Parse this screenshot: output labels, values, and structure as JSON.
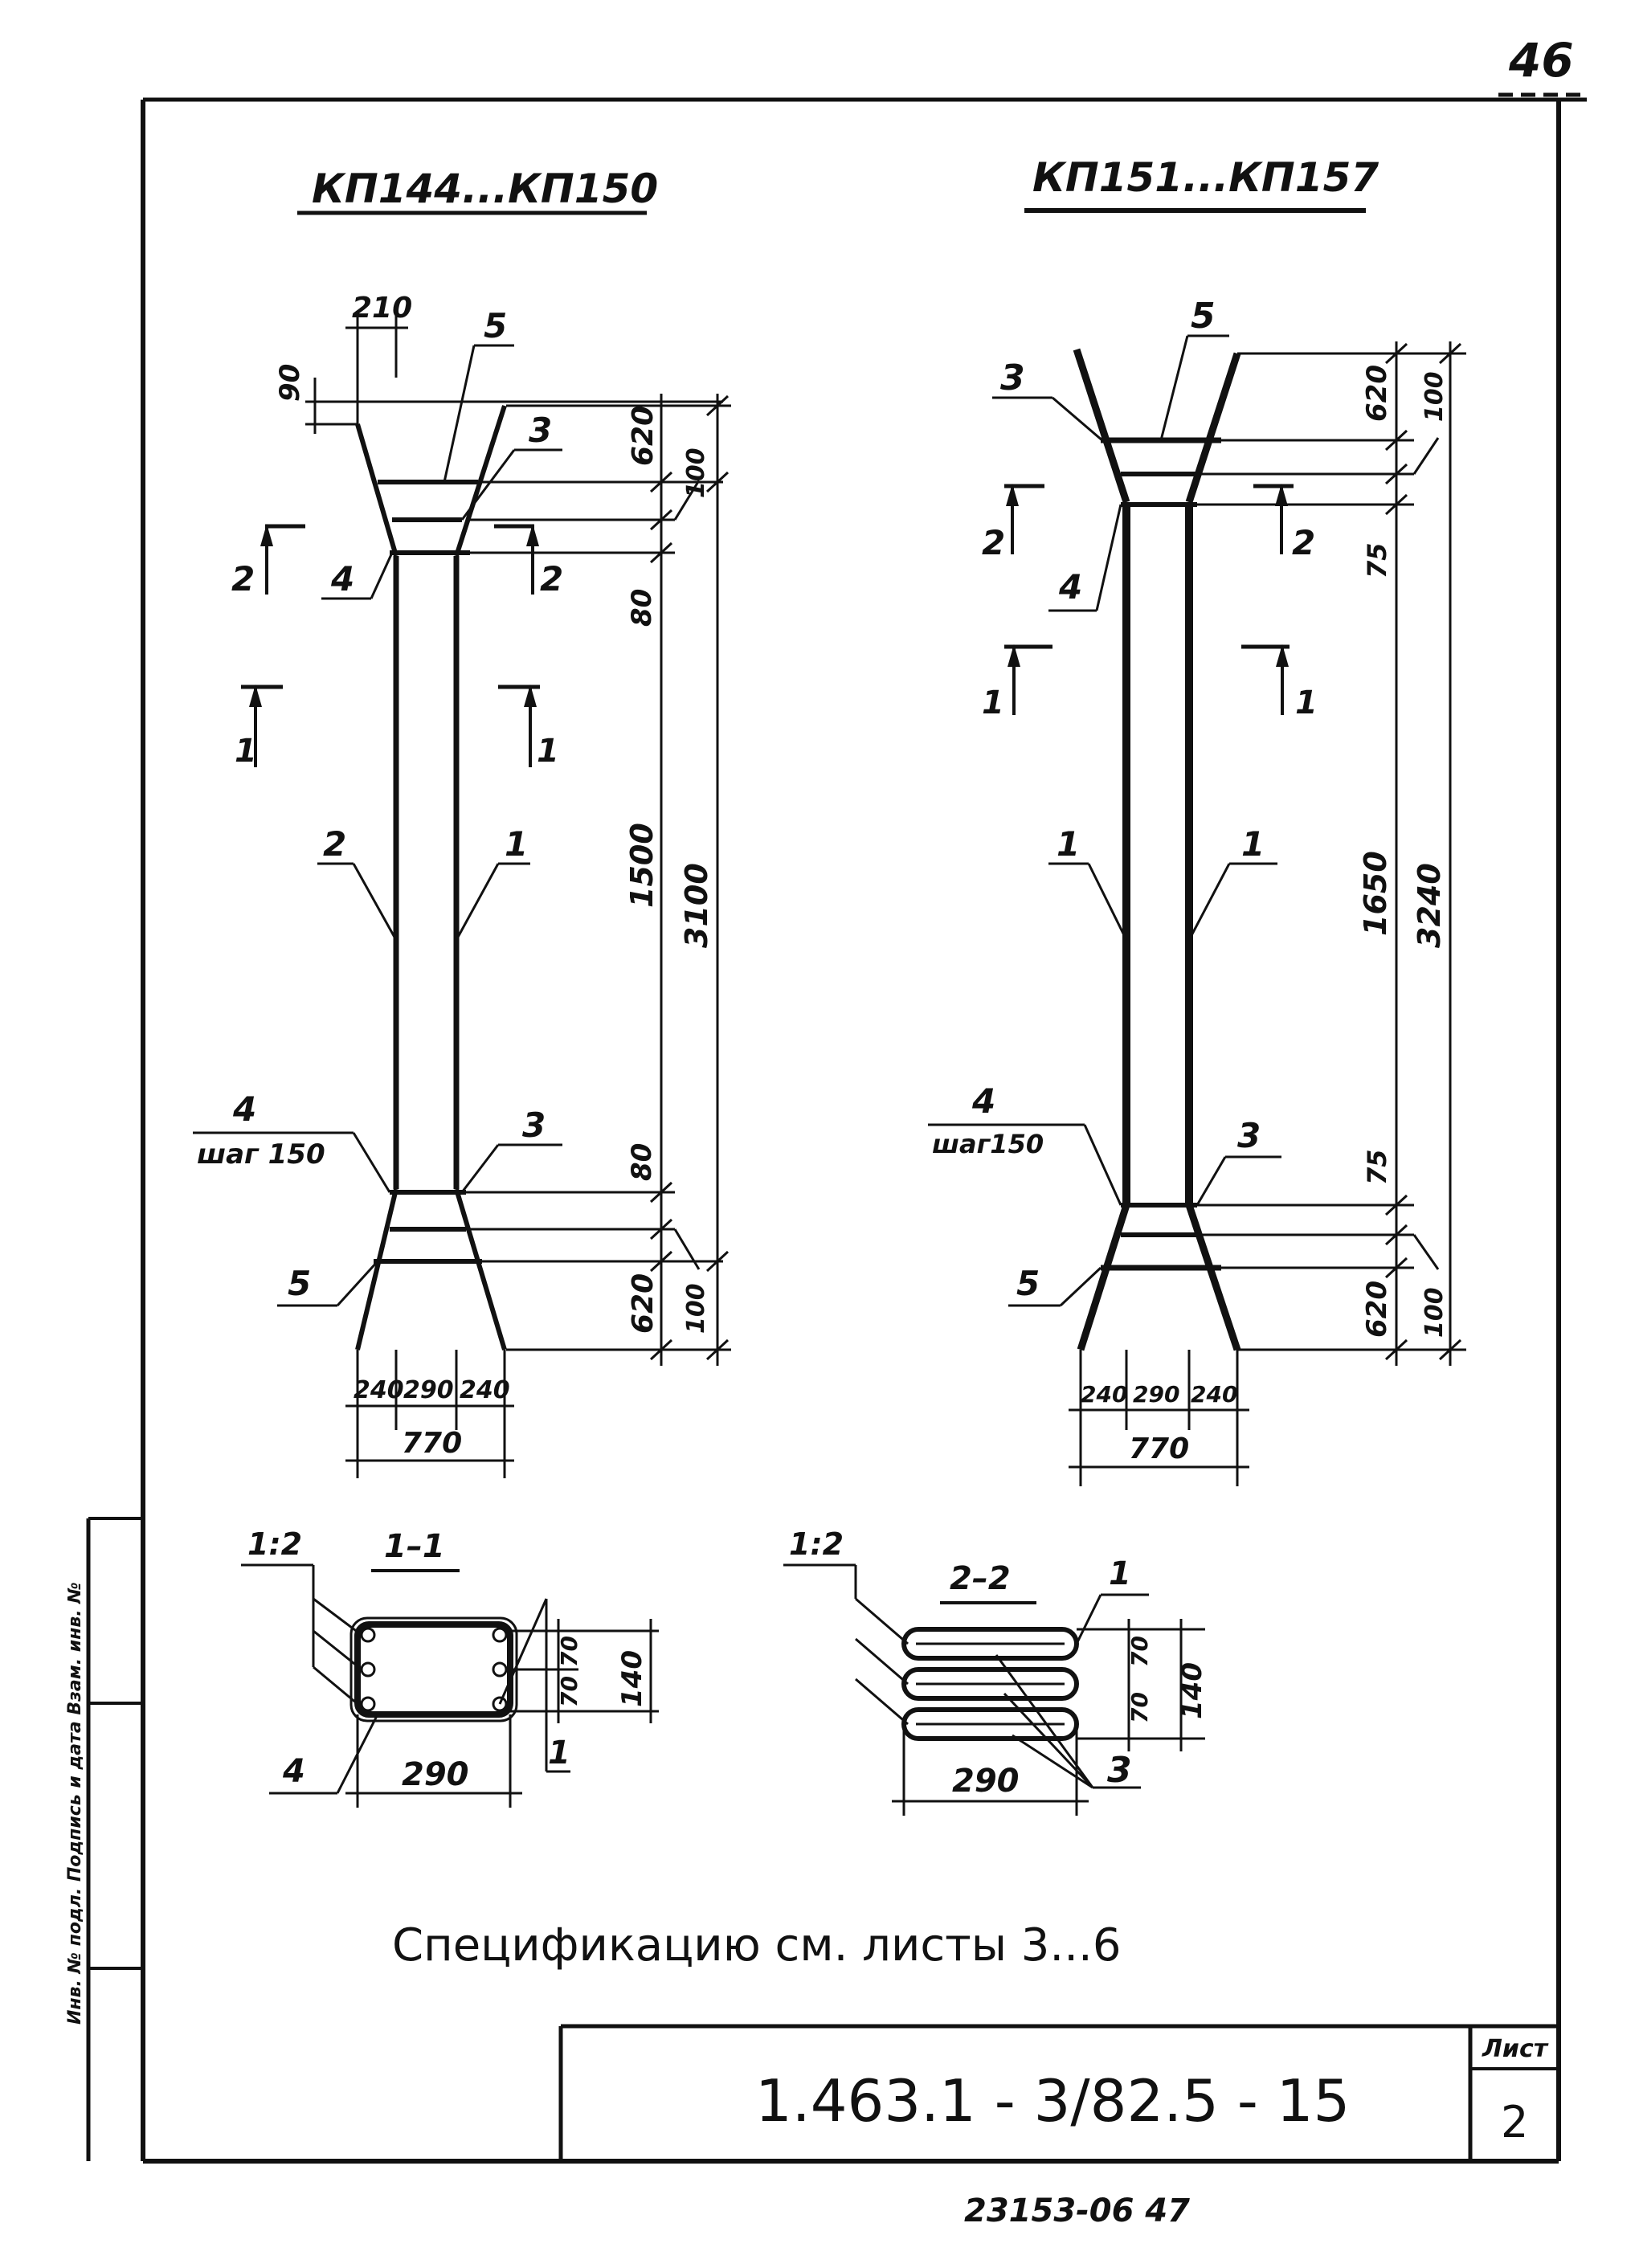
{
  "page_number": "46",
  "left": {
    "title": "КП144...КП150",
    "dims": {
      "top_width": "210",
      "top_offset": "90",
      "top_flare": "620",
      "top_gap": "100",
      "top_step": "80",
      "middle": "1500",
      "overall": "3100",
      "bottom_step": "80",
      "bottom_flare": "620",
      "bottom_gap": "100",
      "w1": "240",
      "w2": "290",
      "w3": "240",
      "total_width": "770"
    },
    "labels": {
      "pos5_top": "5",
      "pos3_top": "3",
      "sec2_left": "2",
      "sec2_right": "2",
      "pos4_top": "4",
      "sec1_left": "1",
      "sec1_right": "1",
      "pos2": "2",
      "pos1": "1",
      "pos4_bottom": "4",
      "step_note": "шаг 150",
      "pos3_bottom": "3",
      "pos5_bottom": "5"
    }
  },
  "right": {
    "title": "КП151...КП157",
    "dims": {
      "top_flare": "620",
      "top_gap": "100",
      "top_step": "75",
      "middle": "1650",
      "overall": "3240",
      "bottom_step": "75",
      "bottom_flare": "620",
      "bottom_gap": "100",
      "w1": "240",
      "w2": "290",
      "w3": "240",
      "total_width": "770"
    },
    "labels": {
      "pos5_top": "5",
      "pos3_top": "3",
      "sec2_left": "2",
      "sec2_right": "2",
      "pos4_top": "4",
      "sec1_left": "1",
      "sec1_right": "1",
      "pos1_left": "1",
      "pos1_right": "1",
      "pos4_bottom": "4",
      "step_note": "шаг150",
      "pos3_bottom": "3",
      "pos5_bottom": "5"
    }
  },
  "section1": {
    "scale": "1:2",
    "title": "1–1",
    "width": "290",
    "d1": "70",
    "d2": "70",
    "height": "140",
    "pos4": "4",
    "pos1": "1"
  },
  "section2": {
    "scale": "1:2",
    "title": "2–2",
    "width": "290",
    "d1": "70",
    "d2": "70",
    "height": "140",
    "pos1": "1",
    "pos3": "3"
  },
  "note": "Спецификацию см. листы 3...6",
  "stamp": {
    "code": "1.463.1 - 3/82.5 - 15",
    "sheet_label": "Лист",
    "sheet_no": "2"
  },
  "side_text": "Инв. № подл.   Подпись и дата   Взам. инв. №",
  "bottom_number": "23153-06    47"
}
